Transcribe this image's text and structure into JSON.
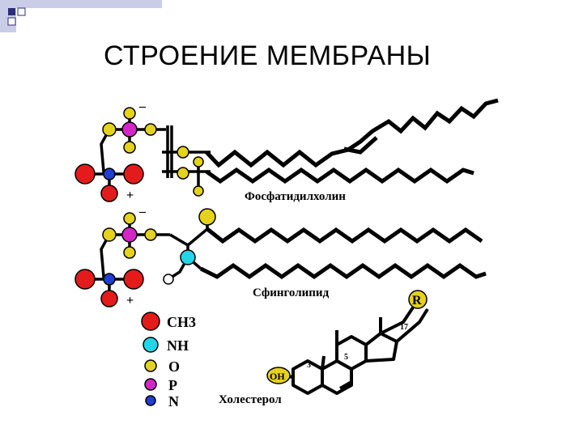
{
  "slide": {
    "title": "СТРОЕНИЕ МЕМБРАНЫ"
  },
  "molecules": {
    "phosphatidylcholine": "Фосфатидилхолин",
    "sphingolipid": "Сфинголипид",
    "cholesterol": "Холестерол"
  },
  "charges": {
    "minus": "–",
    "plus": "+"
  },
  "legend": [
    {
      "symbol": "CH3",
      "color": "#e41b1b"
    },
    {
      "symbol": "NH",
      "color": "#22d6e8"
    },
    {
      "symbol": "O",
      "color": "#e5d21d"
    },
    {
      "symbol": "P",
      "color": "#d426c8"
    },
    {
      "symbol": "N",
      "color": "#1e3fd0"
    }
  ],
  "cholesterol_labels": {
    "r_group": "R",
    "hydroxyl": "OH",
    "c3": "3",
    "c5": "5",
    "c17": "17"
  }
}
